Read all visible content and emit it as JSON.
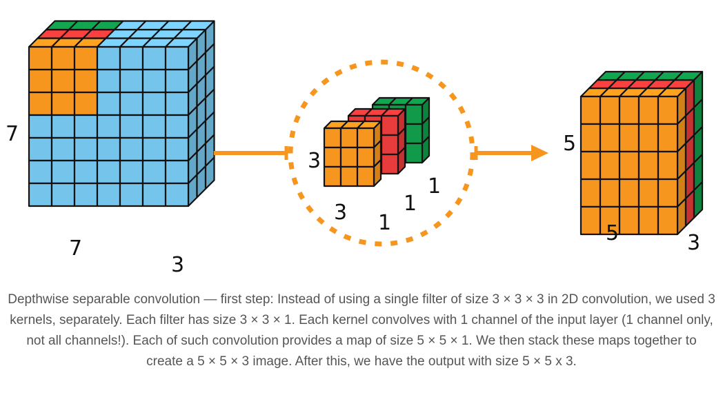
{
  "colors": {
    "input_channel": "#74c4ec",
    "kernel_1": "#f7961e",
    "kernel_2": "#e83b3b",
    "kernel_3": "#119a4a",
    "grid_line": "#111111",
    "arrow": "#f7961e"
  },
  "input_block": {
    "height_label": "7",
    "width_label": "7",
    "depth_label": "3"
  },
  "kernels": {
    "height_label": "3",
    "width_label": "3",
    "depth_labels": [
      "1",
      "1",
      "1"
    ]
  },
  "output_block": {
    "height_label": "5",
    "width_label": "5",
    "depth_label": "3"
  },
  "caption": "Depthwise separable convolution — first step: Instead of using a single filter of size 3 × 3 × 3 in 2D convolution, we used 3 kernels, separately. Each filter has size 3 × 3 × 1. Each kernel convolves with 1 channel of the input layer (1 channel only, not all channels!). Each of such convolution provides a map of size 5 × 5 × 1. We then stack these maps together to create a 5 × 5 × 3 image. After this, we have the output with size 5 × 5 x 3."
}
